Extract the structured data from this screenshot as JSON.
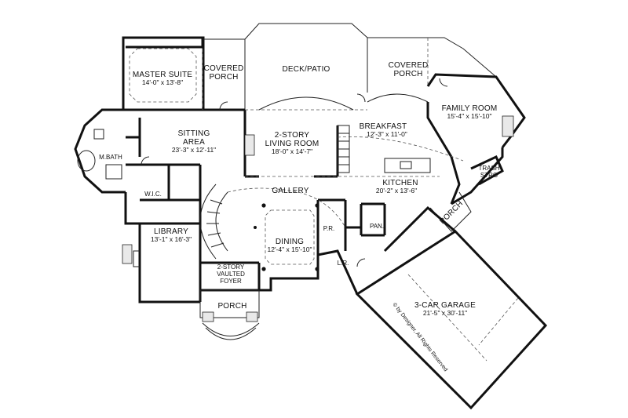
{
  "rooms": {
    "master_suite": {
      "label": "MASTER SUITE",
      "dims": "14'-0\" x 13'-8\""
    },
    "covered_porch_left": {
      "label_line1": "COVERED",
      "label_line2": "PORCH"
    },
    "deck_patio": {
      "label": "DECK/PATIO"
    },
    "covered_porch_right": {
      "label_line1": "COVERED",
      "label_line2": "PORCH"
    },
    "family_room": {
      "label": "FAMILY ROOM",
      "dims": "15'-4\" x 15'-10\""
    },
    "sitting_area": {
      "label_line1": "SITTING",
      "label_line2": "AREA",
      "dims": "23'-3\" x 12'-11\""
    },
    "m_bath": {
      "label": "M.BATH"
    },
    "living_room": {
      "label_line1": "2-STORY",
      "label_line2": "LIVING ROOM",
      "dims": "18'-0\" x 14'-7\""
    },
    "breakfast": {
      "label": "BREAKFAST",
      "dims": "12'-3\" x 11'-0\""
    },
    "trash_strg": {
      "label_line1": "TRASH",
      "label_line2": "STRG"
    },
    "kitchen": {
      "label": "KITCHEN",
      "dims": "20'-2\" x 13'-6\""
    },
    "wic": {
      "label": "W.I.C."
    },
    "gallery": {
      "label": "GALLERY"
    },
    "porch_right": {
      "label": "PORCH"
    },
    "pr": {
      "label": "P.R."
    },
    "pan": {
      "label": "PAN."
    },
    "library": {
      "label": "LIBRARY",
      "dims": "13'-1\" x 16'-3\""
    },
    "dining": {
      "label": "DINING",
      "dims": "12'-4\" x 15'-10\""
    },
    "foyer": {
      "label_line1": "2-STORY",
      "label_line2": "VAULTED",
      "label_line3": "FOYER"
    },
    "lr": {
      "label": "L.R."
    },
    "garage": {
      "label": "3-CAR GARAGE",
      "dims": "21'-5\" x 30'-11\""
    },
    "porch_front": {
      "label": "PORCH"
    }
  },
  "copyright": "© by Designer, All Rights Reserved"
}
